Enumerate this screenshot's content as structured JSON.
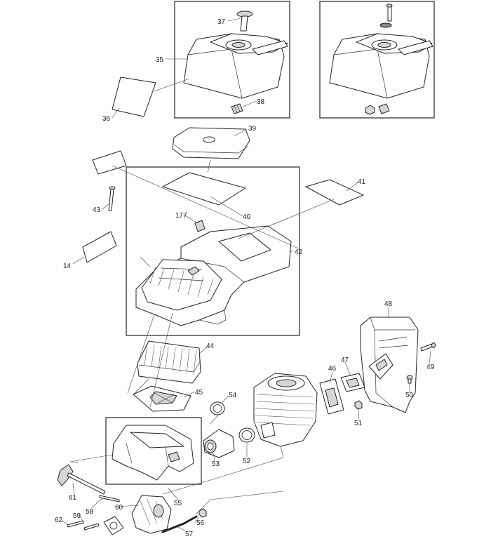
{
  "labels": {
    "p35": "35",
    "p36": "36",
    "p37": "37",
    "p38": "38",
    "p39": "39",
    "p40": "40",
    "p41": "41",
    "p42": "42",
    "p43": "43",
    "p14": "14",
    "p177": "177",
    "p44": "44",
    "p45": "45",
    "p46": "46",
    "p47": "47",
    "p48": "48",
    "p49": "49",
    "p50": "50",
    "p51": "51",
    "p52": "52",
    "p53": "53",
    "p54": "54",
    "p55": "55",
    "p56": "56",
    "p57": "57",
    "p58": "58",
    "p59": "59",
    "p60": "60",
    "p61": "61",
    "p62": "62"
  }
}
